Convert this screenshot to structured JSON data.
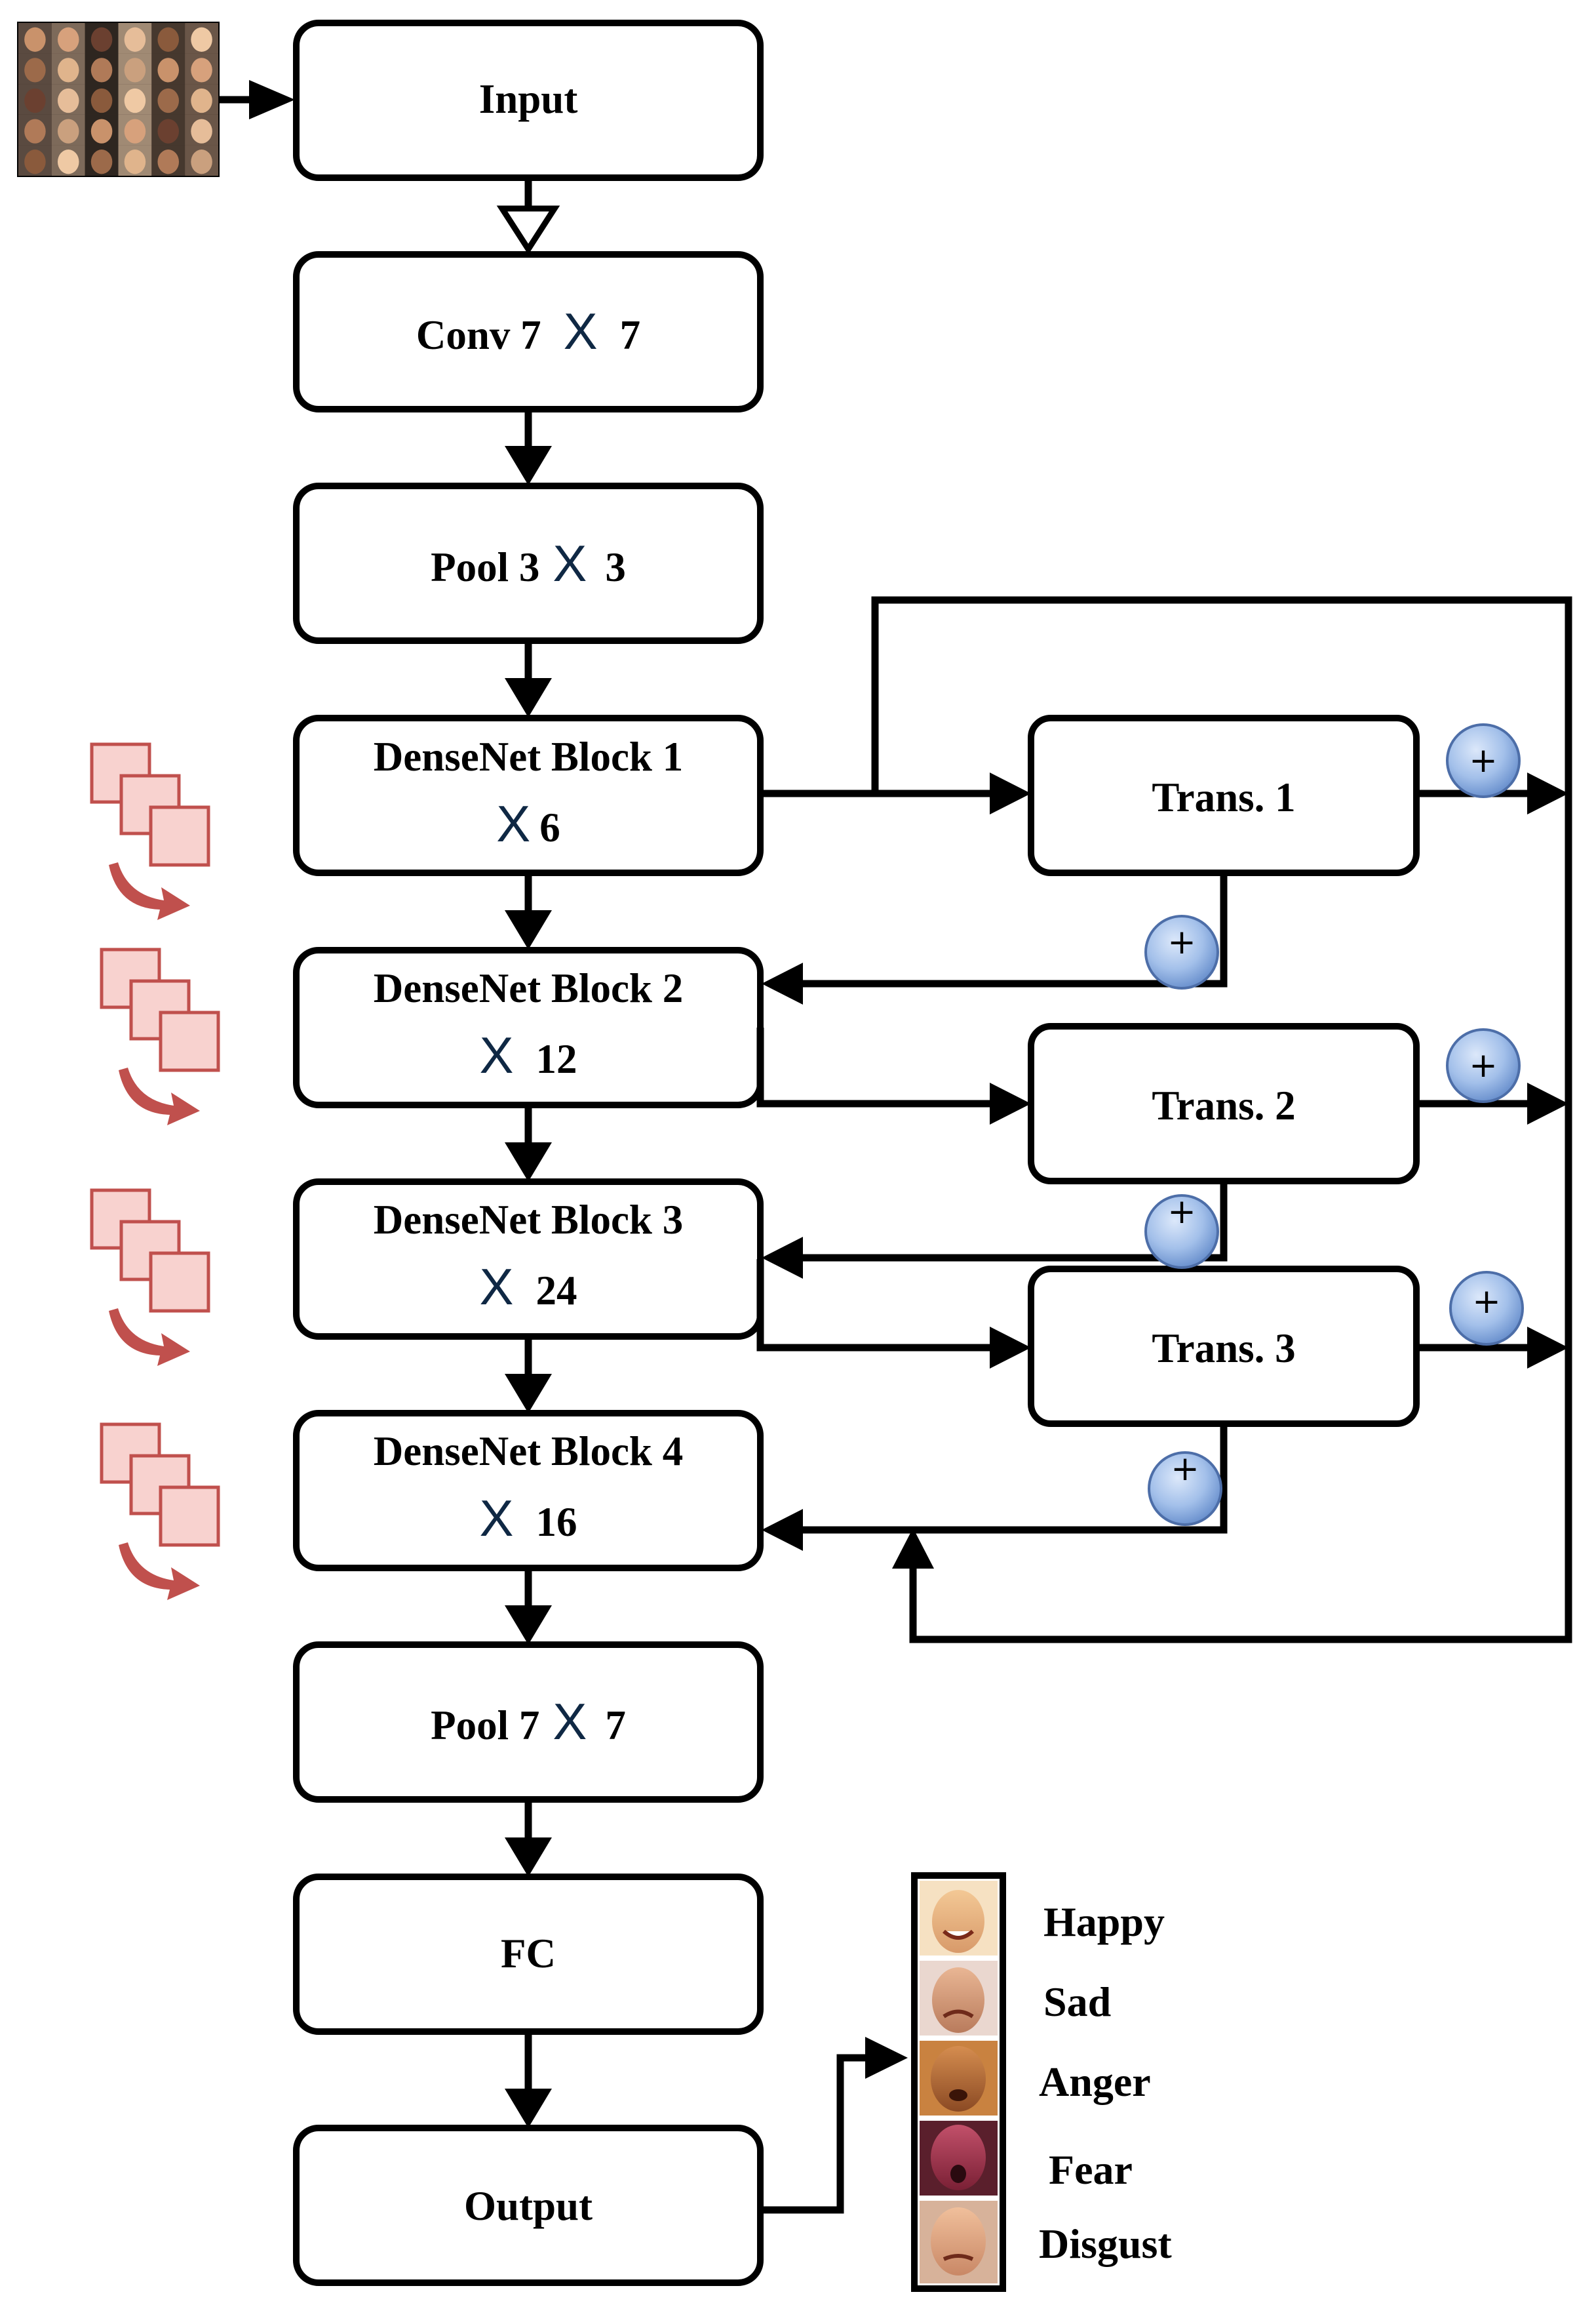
{
  "blocks": {
    "input": "Input",
    "conv": {
      "label": "Conv 7",
      "x": "X",
      "n": "7"
    },
    "pool1": {
      "label": "Pool 3",
      "x": "X",
      "n": "3"
    },
    "dense1": {
      "label": "DenseNet Block 1",
      "x": "X",
      "n": "6"
    },
    "dense2": {
      "label": "DenseNet Block 2",
      "x": "X",
      "n": "12"
    },
    "dense3": {
      "label": "DenseNet Block 3",
      "x": "X",
      "n": "24"
    },
    "dense4": {
      "label": "DenseNet Block 4",
      "x": "X",
      "n": "16"
    },
    "pool2": {
      "label": "Pool 7",
      "x": "X",
      "n": "7"
    },
    "fc": "FC",
    "output": "Output"
  },
  "transitions": [
    "Trans. 1",
    "Trans. 2",
    "Trans. 3"
  ],
  "plus_symbol": "+",
  "emotions": [
    "Happy",
    "Sad",
    "Anger",
    "Fear",
    "Disgust"
  ],
  "colors": {
    "x_mark": "#0f2844",
    "plus_ball": "#8eb1e3",
    "stack_fill": "#f8d2cf",
    "stack_edge": "#c0504d"
  }
}
